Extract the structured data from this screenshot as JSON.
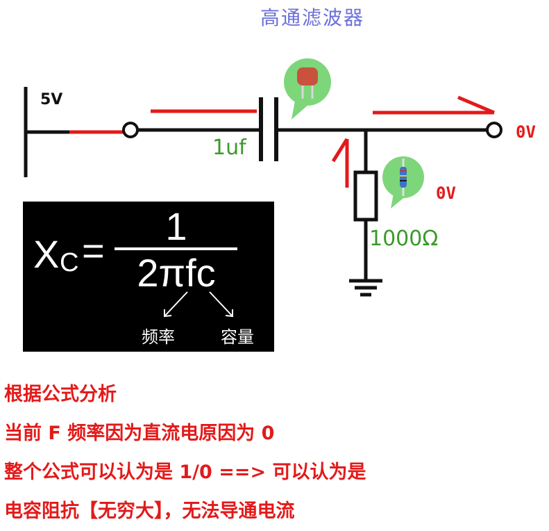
{
  "title": "高通滤波器",
  "labels": {
    "source_voltage": "5V",
    "capacitor_value": "1uf",
    "output_voltage": "0V",
    "resistor_voltage": "0V",
    "resistor_value": "1000Ω"
  },
  "formula": {
    "lhs_main": "X",
    "lhs_sub": "C",
    "equals": "=",
    "numerator": "1",
    "denominator": "2πfc",
    "arrow_left_label": "频率",
    "arrow_right_label": "容量"
  },
  "notes": [
    "根据公式分析",
    "当前 F 频率因为直流电原因为 0",
    "整个公式可以认为是 1/0 ==> 可以认为是",
    "电容阻抗【无穷大】，无法导通电流"
  ],
  "colors": {
    "title": "#6a6fd8",
    "wire": "#111111",
    "current_arrow": "#e31a1a",
    "value_label": "#3a9a2a",
    "bubble": "#7ed67a",
    "formula_bg": "#000000"
  },
  "icons": {
    "capacitor_bubble": "ceramic-capacitor-icon",
    "resistor_bubble": "resistor-icon"
  }
}
